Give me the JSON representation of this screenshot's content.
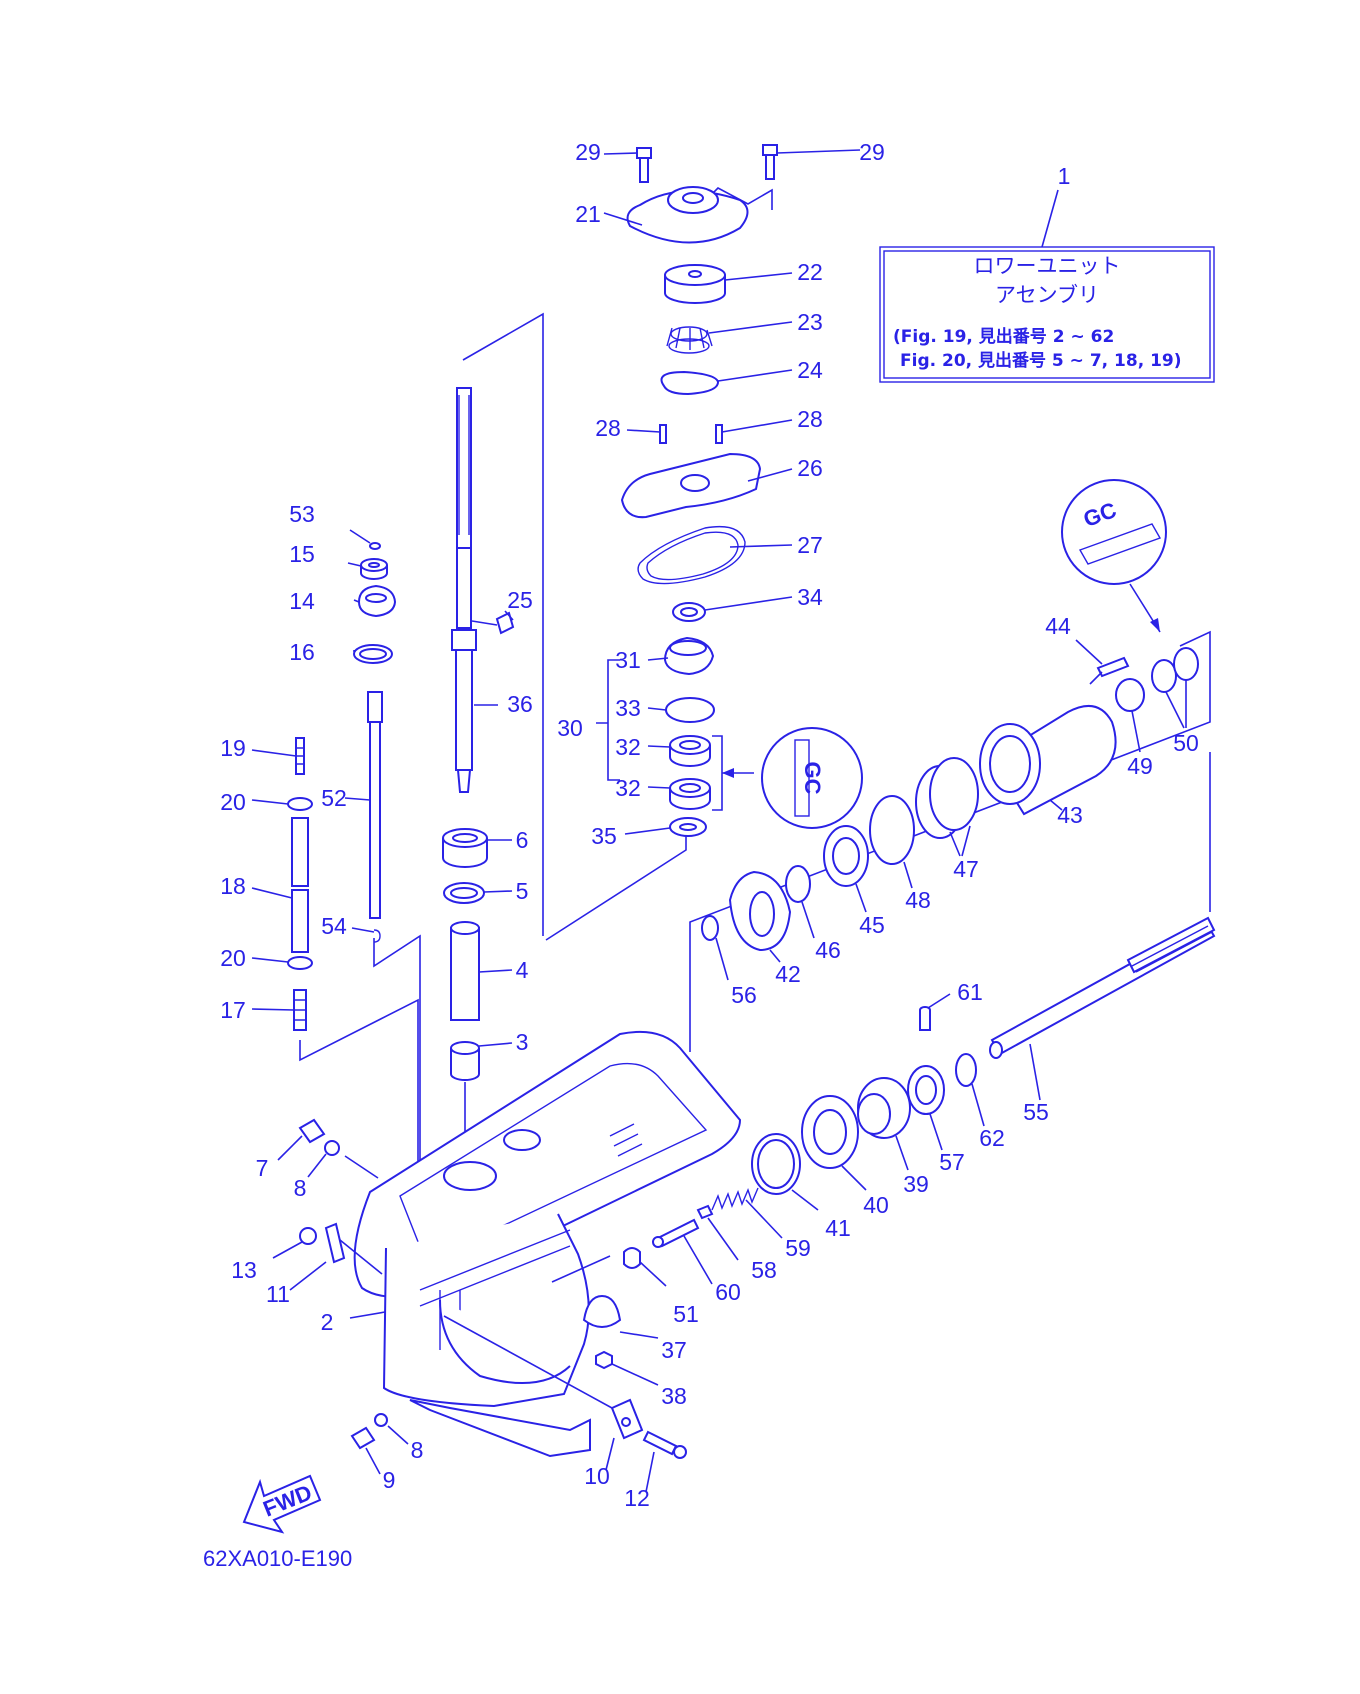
{
  "diagram": {
    "assembly_box": {
      "callout": "1",
      "title_line1": "ロワーユニット",
      "title_line2": "アセンブリ",
      "ref_line1": "(Fig. 19, 見出番号 2 ~ 62",
      "ref_line2": "Fig. 20, 見出番号 5 ~ 7, 18, 19)"
    },
    "gc_badge": "GC",
    "fwd_arrow": "FWD",
    "figure_code": "62XA010-E190",
    "callouts": {
      "p29a": "29",
      "p29b": "29",
      "p21": "21",
      "p22": "22",
      "p23": "23",
      "p24": "24",
      "p28a": "28",
      "p28b": "28",
      "p26": "26",
      "p27": "27",
      "p34": "34",
      "p31": "31",
      "p33": "33",
      "p30": "30",
      "p32a": "32",
      "p32b": "32",
      "p35": "35",
      "p53": "53",
      "p15": "15",
      "p14": "14",
      "p16": "16",
      "p25": "25",
      "p36": "36",
      "p19": "19",
      "p20a": "20",
      "p52": "52",
      "p18": "18",
      "p54": "54",
      "p20b": "20",
      "p17": "17",
      "p6": "6",
      "p5": "5",
      "p4": "4",
      "p3": "3",
      "p44": "44",
      "p50": "50",
      "p49": "49",
      "p43": "43",
      "p47": "47",
      "p48": "48",
      "p45": "45",
      "p46": "46",
      "p42": "42",
      "p56": "56",
      "p61": "61",
      "p55": "55",
      "p62": "62",
      "p57": "57",
      "p39": "39",
      "p40": "40",
      "p41": "41",
      "p59": "59",
      "p58": "58",
      "p60": "60",
      "p51": "51",
      "p37": "37",
      "p38": "38",
      "p7": "7",
      "p8a": "8",
      "p13": "13",
      "p11": "11",
      "p2": "2",
      "p8b": "8",
      "p9": "9",
      "p10": "10",
      "p12": "12"
    }
  }
}
